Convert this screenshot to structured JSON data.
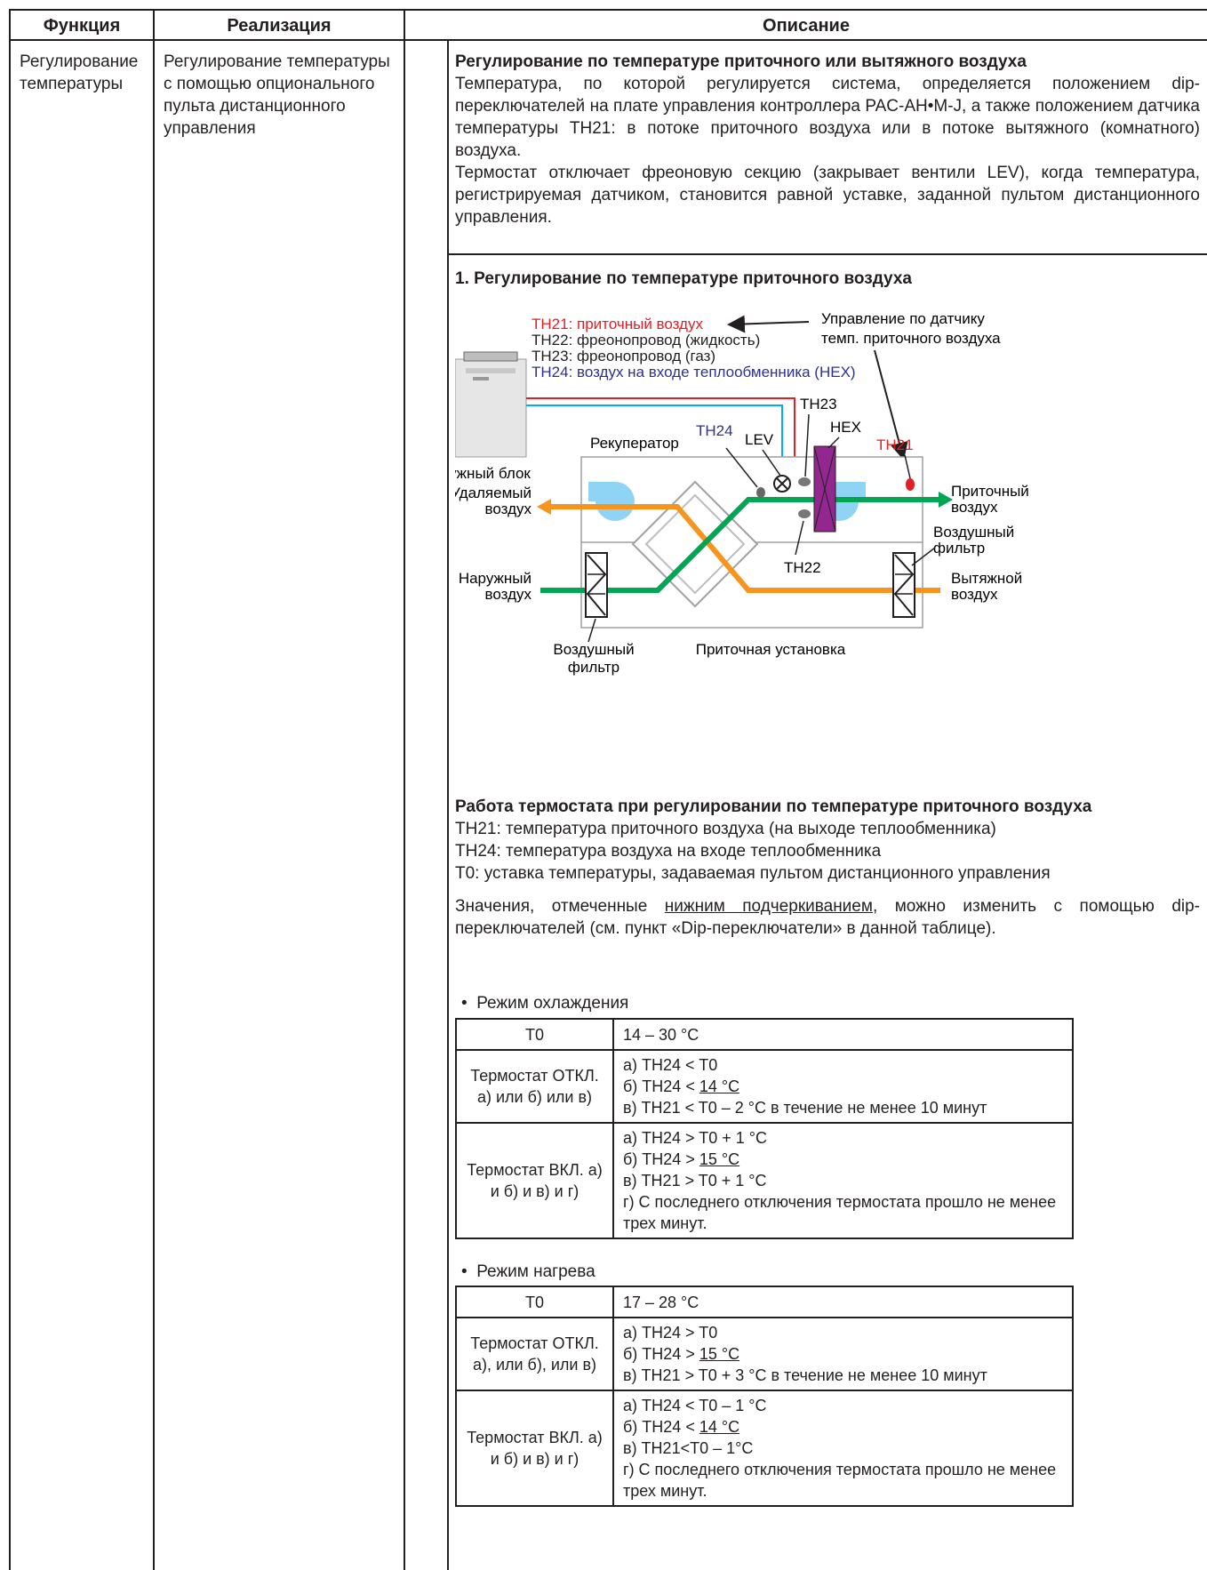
{
  "header": {
    "col1": "Функция",
    "col2": "Реализация",
    "col3": "Описание"
  },
  "row": {
    "function": "Регулирование температуры",
    "implementation": "Регулирование температуры с помощью опционального пульта дистанционного управления"
  },
  "intro": {
    "title": "Регулирование по температуре приточного или вытяжного воздуха",
    "p1": "Температура, по которой регулируется система, определяется положением dip-переключателей на плате управления контроллера PAC-AH•M-J, а также положением датчика температуры TH21: в потоке приточного воздуха или в потоке вытяжного (комнатного) воздуха.",
    "p2": "Термостат отключает фреоновую секцию (закрывает вентили LEV), когда температура, регистрируемая датчиком, становится равной уставке, заданной пультом дистанционного управления."
  },
  "section1": {
    "title": "1. Регулирование по температуре приточного воздуха",
    "diagram": {
      "legend": [
        {
          "text": "TH21: приточный воздух",
          "color": "#e31e24"
        },
        {
          "text": "TH22: фреонопровод (жидкость)",
          "color": "#231f20"
        },
        {
          "text": "TH23: фреонопровод (газ)",
          "color": "#231f20"
        },
        {
          "text": "TH24: воздух на входе теплообменника (HEX)",
          "color": "#2e3192"
        }
      ],
      "control_note": [
        "Управление по датчику",
        "темп. приточного воздуха"
      ],
      "outdoor_unit": "Наружный блок",
      "recuperator": "Рекуператор",
      "lev": "LEV",
      "hex": "HEX",
      "th21": "TH21",
      "th22": "TH22",
      "th23": "TH23",
      "th24": "TH24",
      "exhaust_out": [
        "Удаляемый",
        "воздух"
      ],
      "outdoor_air": [
        "Наружный",
        "воздух"
      ],
      "supply_air": [
        "Приточный",
        "воздух"
      ],
      "air_filter_right": [
        "Воздушный",
        "фильтр"
      ],
      "return_air": [
        "Вытяжной",
        "воздух"
      ],
      "air_filter_bottom": [
        "Воздушный",
        "фильтр"
      ],
      "ahu": "Приточная установка",
      "colors": {
        "red": "#e31e24",
        "blue": "#00aeef",
        "green": "#00a651",
        "orange": "#f7941d",
        "hex": "#92278f",
        "fan": "#8fd4f5"
      }
    }
  },
  "rules": {
    "title": "Работа термостата при регулировании по температуре приточного воздуха",
    "l1": "TH21: температура приточного воздуха (на выходе теплообменника)",
    "l2": "TH24: температура воздуха на входе теплообменника",
    "l3": "T0: уставка температуры, задаваемая пультом дистанционного управления",
    "note_a": "Значения, отмеченные ",
    "note_u": "нижним подчеркиванием",
    "note_b": ", можно изменить с помощью dip-переключателей (см. пункт «Dip-переключатели» в данной таблице)."
  },
  "cooling": {
    "mode": "Режим охлаждения",
    "t0_key": "T0",
    "t0_val": "14 – 30 °C",
    "off_key": "Термостат ОТКЛ. а) или б) или в)",
    "off_a": "а) TH24 < T0",
    "off_b_pre": "б) TH24 < ",
    "off_b_u": "14 °C",
    "off_c": "в) TH21 < T0 – 2 °C в течение не менее 10 минут",
    "on_key": "Термостат ВКЛ. а) и б) и в) и г)",
    "on_a": "а) TH24 > T0 + 1 °C",
    "on_b_pre": "б) TH24 > ",
    "on_b_u": "15 °C",
    "on_c": "в) TH21 > T0 + 1 °C",
    "on_d": "г) С последнего отключения термостата прошло не менее трех минут."
  },
  "heating": {
    "mode": "Режим нагрева",
    "t0_key": "T0",
    "t0_val": "17 – 28 °C",
    "off_key": "Термостат ОТКЛ. а), или б), или в)",
    "off_a": "а) TH24 > T0",
    "off_b_pre": "б) TH24 > ",
    "off_b_u": "15 °C",
    "off_c": "в) TH21 > T0 + 3 °C в течение не менее 10 минут",
    "on_key": "Термостат ВКЛ. а) и б) и в) и г)",
    "on_a": "а) TH24 < T0 – 1 °C",
    "on_b_pre": "б) TH24 < ",
    "on_b_u": "14 °C",
    "on_c": "в) TH21<T0 – 1°C",
    "on_d": "г) С последнего отключения термостата прошло не менее трех минут."
  }
}
